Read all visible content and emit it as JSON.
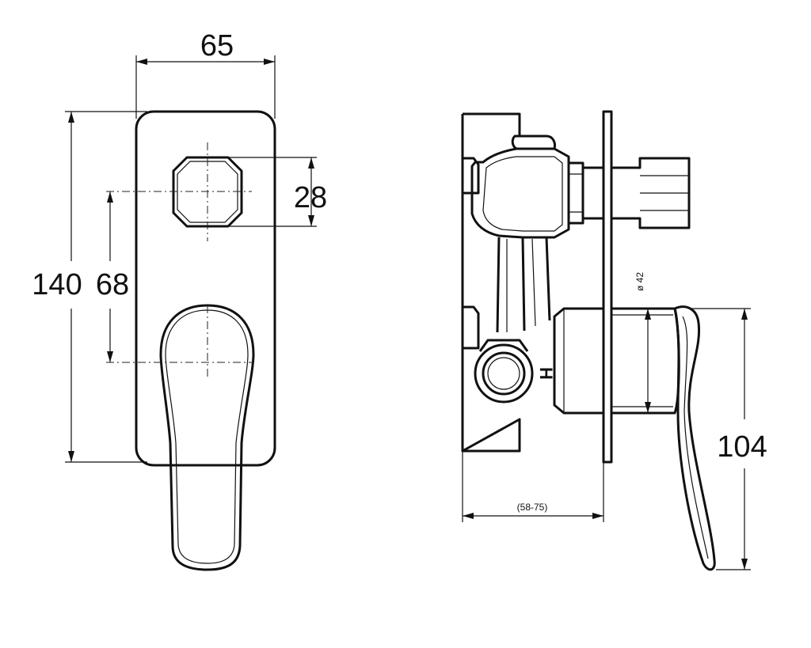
{
  "dimensions": {
    "width": "65",
    "height": "140",
    "button_size": "28",
    "center_spacing": "68",
    "lever_height": "104",
    "wall_depth": "(58-75)",
    "diameter": "ø 42"
  },
  "markings": {
    "hot_label": "H"
  }
}
